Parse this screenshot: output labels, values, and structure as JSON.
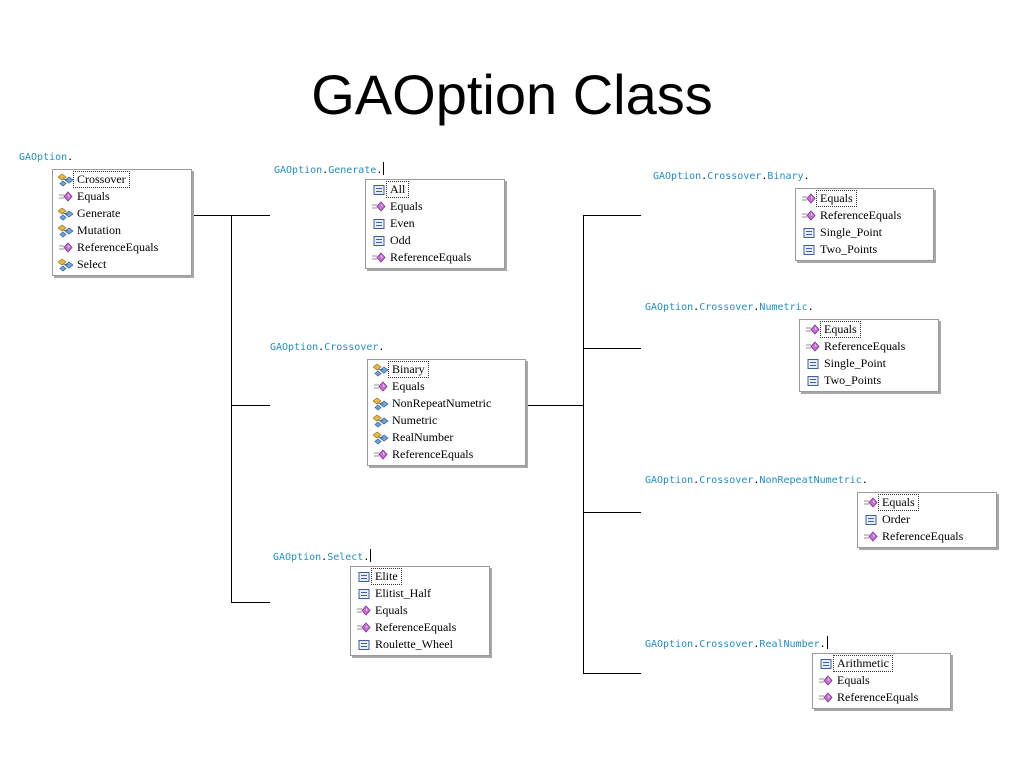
{
  "title": "GAOption Class",
  "colors": {
    "namespace_text": "#1f8fc7",
    "method_icon": "#c96fd8",
    "field_icon": "#3a5f9a",
    "class_icon": "#e6b84a"
  },
  "lists": [
    {
      "id": "root",
      "label_segments": [
        "GAOption",
        "."
      ],
      "cursor": false,
      "items": [
        {
          "label": "Crossover",
          "icon": "class-icon"
        },
        {
          "label": "Equals",
          "icon": "method-icon"
        },
        {
          "label": "Generate",
          "icon": "class-icon"
        },
        {
          "label": "Mutation",
          "icon": "class-icon"
        },
        {
          "label": "ReferenceEquals",
          "icon": "method-icon"
        },
        {
          "label": "Select",
          "icon": "class-icon"
        }
      ]
    },
    {
      "id": "generate",
      "label_segments": [
        "GAOption",
        ".",
        "Generate",
        "."
      ],
      "cursor": true,
      "items": [
        {
          "label": "All",
          "icon": "enum-icon"
        },
        {
          "label": "Equals",
          "icon": "method-icon"
        },
        {
          "label": "Even",
          "icon": "enum-icon"
        },
        {
          "label": "Odd",
          "icon": "enum-icon"
        },
        {
          "label": "ReferenceEquals",
          "icon": "method-icon"
        }
      ]
    },
    {
      "id": "crossover",
      "label_segments": [
        "GAOption",
        ".",
        "Crossover",
        "."
      ],
      "cursor": false,
      "items": [
        {
          "label": "Binary",
          "icon": "class-icon"
        },
        {
          "label": "Equals",
          "icon": "method-icon"
        },
        {
          "label": "NonRepeatNumetric",
          "icon": "class-icon"
        },
        {
          "label": "Numetric",
          "icon": "class-icon"
        },
        {
          "label": "RealNumber",
          "icon": "class-icon"
        },
        {
          "label": "ReferenceEquals",
          "icon": "method-icon"
        }
      ]
    },
    {
      "id": "select",
      "label_segments": [
        "GAOption",
        ".",
        "Select",
        "."
      ],
      "cursor": true,
      "items": [
        {
          "label": "Elite",
          "icon": "enum-icon"
        },
        {
          "label": "Elitist_Half",
          "icon": "enum-icon"
        },
        {
          "label": "Equals",
          "icon": "method-icon"
        },
        {
          "label": "ReferenceEquals",
          "icon": "method-icon"
        },
        {
          "label": "Roulette_Wheel",
          "icon": "enum-icon"
        }
      ]
    },
    {
      "id": "binary",
      "label_segments": [
        "GAOption",
        ".",
        "Crossover",
        ".",
        "Binary",
        "."
      ],
      "cursor": false,
      "items": [
        {
          "label": "Equals",
          "icon": "method-icon"
        },
        {
          "label": "ReferenceEquals",
          "icon": "method-icon"
        },
        {
          "label": "Single_Point",
          "icon": "enum-icon"
        },
        {
          "label": "Two_Points",
          "icon": "enum-icon"
        }
      ]
    },
    {
      "id": "numetric",
      "label_segments": [
        "GAOption",
        ".",
        "Crossover",
        ".",
        "Numetric",
        "."
      ],
      "cursor": false,
      "items": [
        {
          "label": "Equals",
          "icon": "method-icon"
        },
        {
          "label": "ReferenceEquals",
          "icon": "method-icon"
        },
        {
          "label": "Single_Point",
          "icon": "enum-icon"
        },
        {
          "label": "Two_Points",
          "icon": "enum-icon"
        }
      ]
    },
    {
      "id": "nonrepeat",
      "label_segments": [
        "GAOption",
        ".",
        "Crossover",
        ".",
        "NonRepeatNumetric",
        "."
      ],
      "cursor": false,
      "items": [
        {
          "label": "Equals",
          "icon": "method-icon"
        },
        {
          "label": "Order",
          "icon": "enum-icon"
        },
        {
          "label": "ReferenceEquals",
          "icon": "method-icon"
        }
      ]
    },
    {
      "id": "realnumber",
      "label_segments": [
        "GAOption",
        ".",
        "Crossover",
        ".",
        "RealNumber",
        "."
      ],
      "cursor": true,
      "items": [
        {
          "label": "Arithmetic",
          "icon": "enum-icon"
        },
        {
          "label": "Equals",
          "icon": "method-icon"
        },
        {
          "label": "ReferenceEquals",
          "icon": "method-icon"
        }
      ]
    }
  ]
}
